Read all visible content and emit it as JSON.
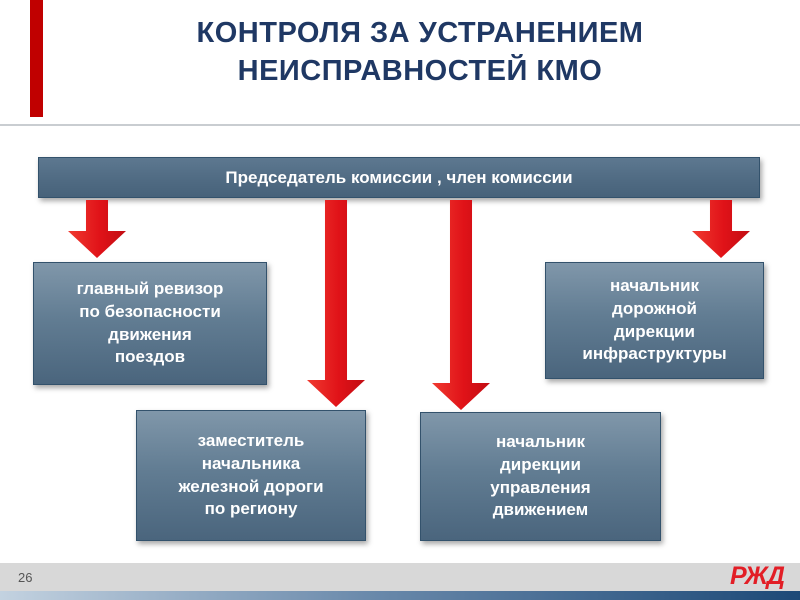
{
  "slide": {
    "title": "КОНТРОЛЯ ЗА УСТРАНЕНИЕМ\nНЕИСПРАВНОСТЕЙ КМО",
    "page_number": "26",
    "logo": "РЖД"
  },
  "diagram": {
    "root": {
      "label": "Председатель комиссии , член комиссии"
    },
    "nodes": [
      {
        "id": "chief-auditor",
        "label": "главный ревизор\nпо безопасности\nдвижения\nпоездов"
      },
      {
        "id": "deputy-head",
        "label": "заместитель\nначальника\nжелезной дороги\nпо региону"
      },
      {
        "id": "traffic-directorate-head",
        "label": "начальник\nдирекции\nуправления\nдвижением"
      },
      {
        "id": "infrastructure-directorate-head",
        "label": "начальник\nдорожной\nдирекции\nинфраструктуры"
      }
    ]
  },
  "colors": {
    "title_navy": "#1F3864",
    "accent_red": "#C00000",
    "arrow_red": "#E01218",
    "box_steel_blue": "#4A657D",
    "logo_red": "#E21E26"
  }
}
